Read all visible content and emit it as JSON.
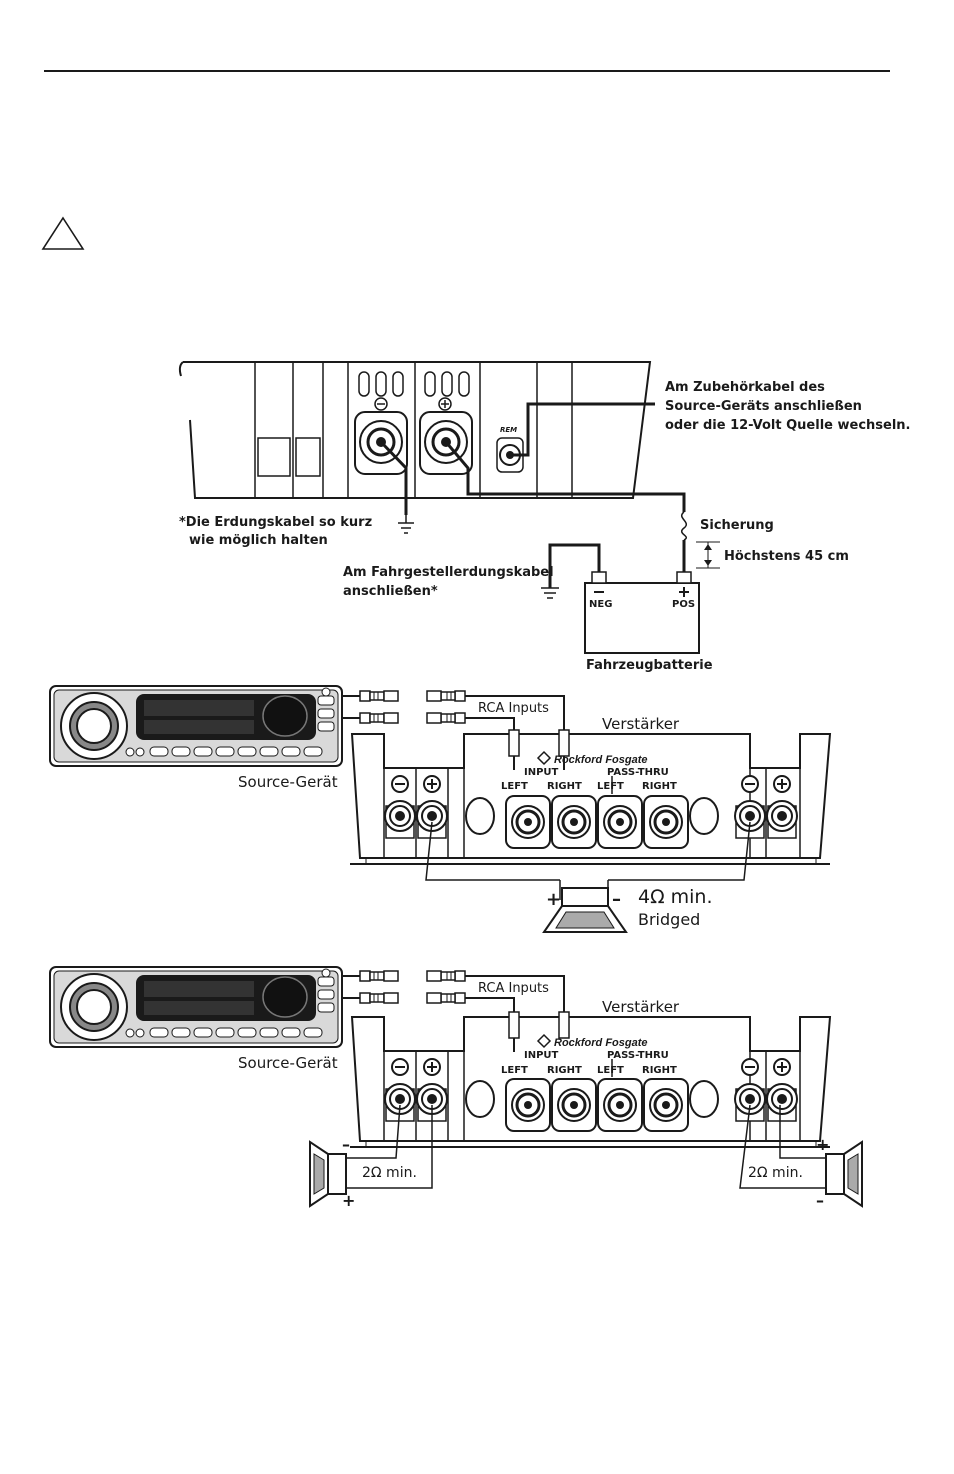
{
  "wiring": {
    "accessory_note": [
      "Am Zubehörkabel des",
      "Source-Geräts anschließen",
      "oder die 12-Volt Quelle wechseln."
    ],
    "ground_note": [
      "*Die Erdungskabel so kurz",
      "wie möglich halten"
    ],
    "chassis_note": [
      "Am Fahrgestellerdungskabel",
      "anschließen*"
    ],
    "fuse_label": "Sicherung",
    "distance_label": "Höchstens 45 cm",
    "battery_label": "Fahrzeugbatterie",
    "neg_label": "NEG",
    "pos_label": "POS",
    "rem_label": "REM"
  },
  "bridged": {
    "rca_label": "RCA Inputs",
    "amp_label": "Verstärker",
    "source_label": "Source-Gerät",
    "input_label": "INPUT",
    "passthru_label": "PASS-THRU",
    "left1": "LEFT",
    "right1": "RIGHT",
    "left2": "LEFT",
    "right2": "RIGHT",
    "impedance": "4Ω min.",
    "mode": "Bridged"
  },
  "stereo": {
    "rca_label": "RCA Inputs",
    "amp_label": "Verstärker",
    "source_label": "Source-Gerät",
    "input_label": "INPUT",
    "passthru_label": "PASS-THRU",
    "left1": "LEFT",
    "right1": "RIGHT",
    "left2": "LEFT",
    "right2": "RIGHT",
    "impedance_left": "2Ω min.",
    "impedance_right": "2Ω min."
  }
}
